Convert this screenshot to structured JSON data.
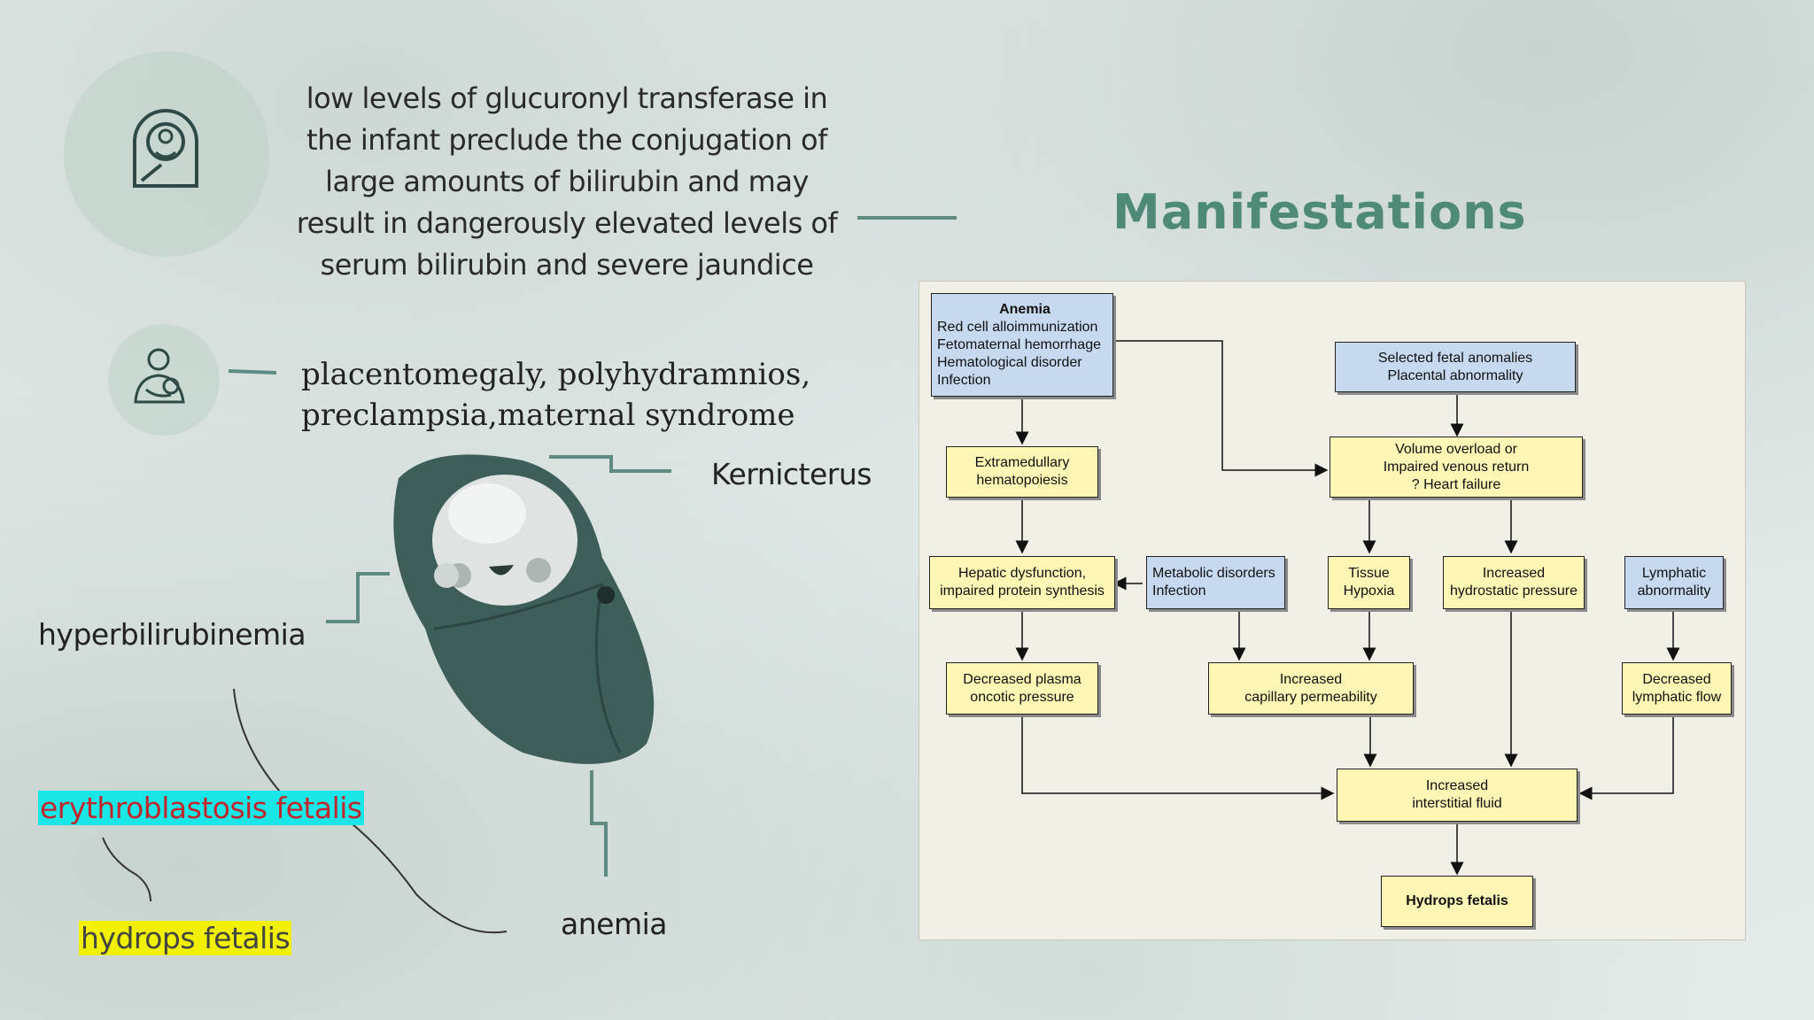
{
  "paragraph": "low levels of glucuronyl transferase in the infant preclude the conjugation of large amounts of bilirubin and may result in dangerously elevated levels of serum bilirubin and severe jaundice",
  "maternal_text": "placentomegaly, polyhydramnios, preclampsia,maternal syndrome",
  "labels": {
    "kernicterus": "Kernicterus",
    "hyperbilirubinemia": "hyperbilirubinemia",
    "erythroblastosis": "erythroblastosis fetalis",
    "hydrops": "hydrops fetalis",
    "anemia": "anemia"
  },
  "title": "Manifestations",
  "icons": [
    "baby-in-womb-icon",
    "mother-with-baby-icon"
  ],
  "colors": {
    "accent": "#4f8a78",
    "highlight_cyan": "#19e6e6",
    "highlight_yellow": "#f0f000",
    "box_blue": "#c6d9ef",
    "box_yellow": "#fdf6b4"
  },
  "diagram": {
    "anemia_box": {
      "title": "Anemia",
      "lines": [
        "Red cell alloimmunization",
        "Fetomaternal hemorrhage",
        "Hematological disorder",
        "Infection"
      ]
    },
    "fetal_anomalies": [
      "Selected fetal anomalies",
      "Placental abnormality"
    ],
    "extramedullary": [
      "Extramedullary",
      "hematopoiesis"
    ],
    "volume_overload": [
      "Volume overload or",
      "Impaired venous return",
      "? Heart failure"
    ],
    "hepatic": [
      "Hepatic dysfunction,",
      "impaired protein synthesis"
    ],
    "metabolic": [
      "Metabolic disorders",
      "Infection"
    ],
    "tissue_hypoxia": [
      "Tissue",
      "Hypoxia"
    ],
    "hydrostatic": [
      "Increased",
      "hydrostatic pressure"
    ],
    "lymphatic_abn": [
      "Lymphatic",
      "abnormality"
    ],
    "oncotic": [
      "Decreased plasma",
      "oncotic pressure"
    ],
    "capillary": [
      "Increased",
      "capillary permeability"
    ],
    "lymph_flow": [
      "Decreased",
      "lymphatic flow"
    ],
    "interstitial": [
      "Increased",
      "interstitial fluid"
    ],
    "hydrops": "Hydrops fetalis"
  }
}
